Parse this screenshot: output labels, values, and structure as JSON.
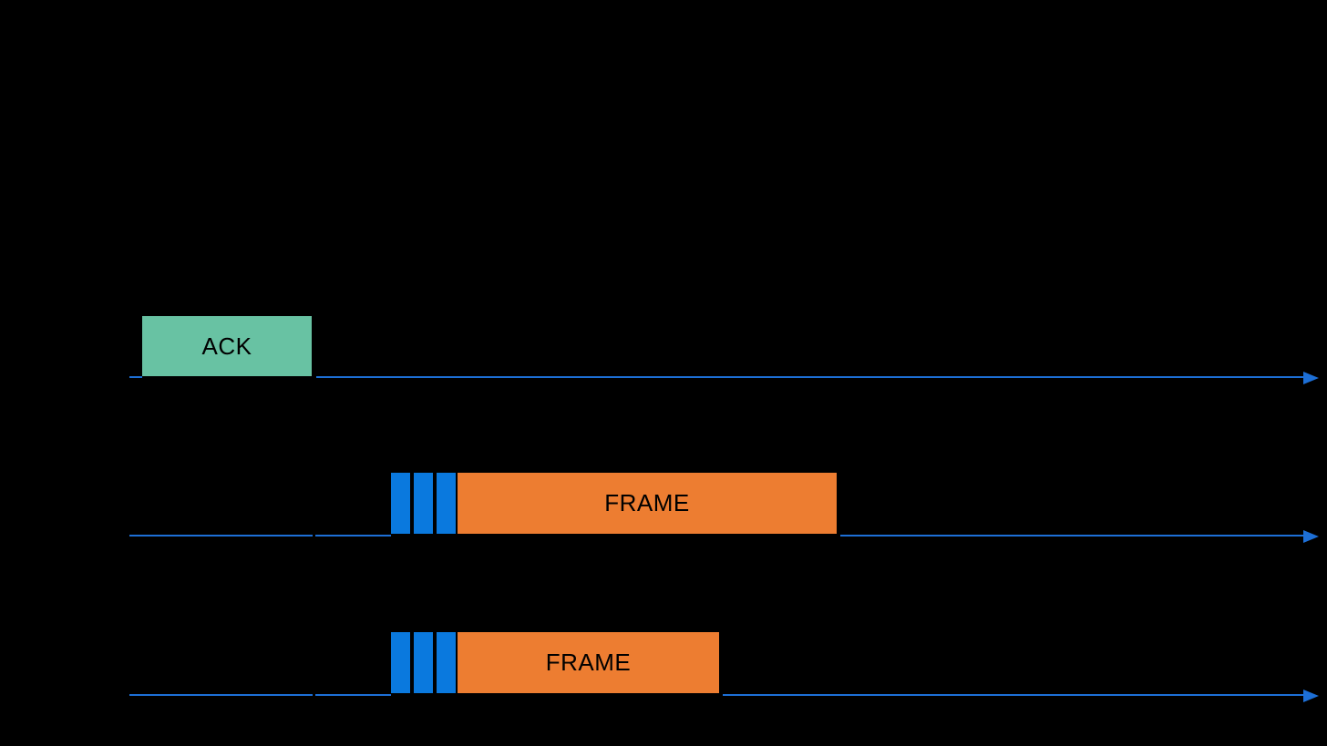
{
  "diagram": {
    "type": "channel-access-timing-diagram",
    "timeline_count": 3,
    "boxes": {
      "ack": {
        "label": "ACK"
      },
      "frame_row2": {
        "label": "FRAME"
      },
      "frame_row3": {
        "label": "FRAME"
      }
    },
    "backoff_slots": {
      "row2_count": 3,
      "row3_count": 3
    },
    "icons": {
      "arrowhead": "right-arrowhead"
    },
    "colors": {
      "background": "#000000",
      "ack_box": "#68C2A3",
      "frame_box": "#ED7D31",
      "backoff_slot": "#0A79DE",
      "timeline": "#1D6FD6",
      "box_text": "#000000"
    }
  }
}
